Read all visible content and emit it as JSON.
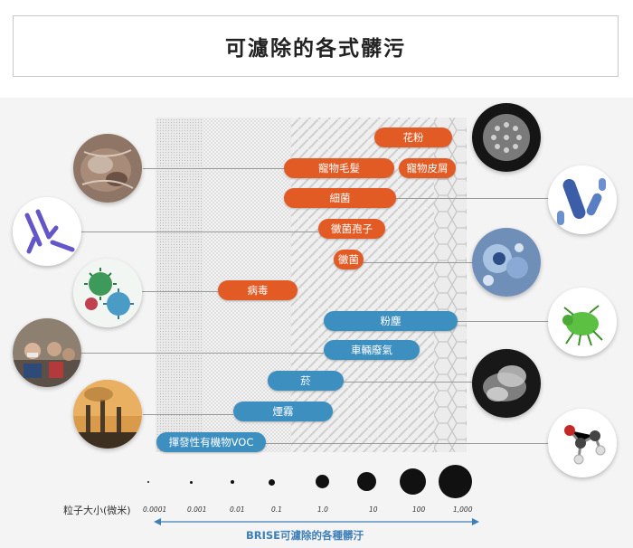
{
  "title": "可濾除的各式髒污",
  "pollutants": {
    "pollen": "花粉",
    "pet_hair": "寵物毛髮",
    "pet_dander": "寵物皮屑",
    "bacteria": "細菌",
    "mold_spores": "黴菌孢子",
    "mold": "黴菌",
    "virus": "病毒",
    "dust": "粉塵",
    "car_exhaust": "車輛廢氣",
    "smoke": "菸",
    "smog": "煙霧",
    "voc": "揮發性有機物VOC"
  },
  "colors": {
    "allergen": "#e25a24",
    "chemical": "#3d8fc0",
    "scale_arrow": "#3d7fb8"
  },
  "scale": {
    "axis_label": "粒子大小(微米)",
    "ticks": [
      "0.0001",
      "0.001",
      "0.01",
      "0.1",
      "1.0",
      "10",
      "100",
      "1,000"
    ],
    "caption": "BRISE可濾除的各種髒汙"
  }
}
